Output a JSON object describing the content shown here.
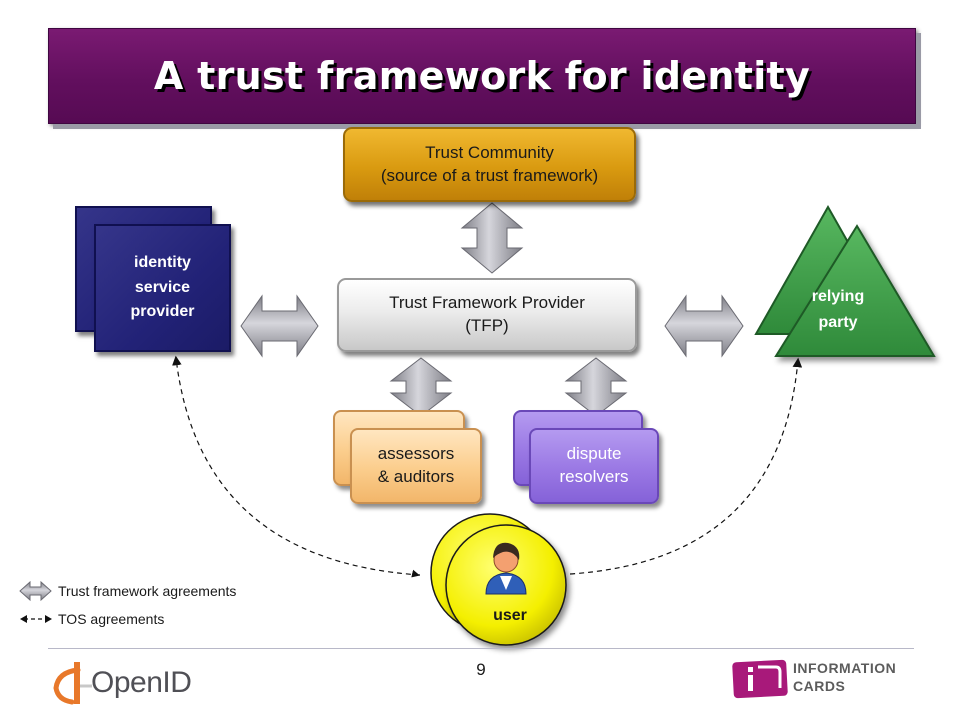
{
  "title": "A trust framework for identity",
  "nodes": {
    "trust_community": {
      "line1": "Trust Community",
      "line2": "(source of a trust framework)"
    },
    "tfp": {
      "line1": "Trust Framework Provider",
      "line2": "(TFP)"
    },
    "identity_service_provider": {
      "line1": "identity",
      "line2": "service",
      "line3": "provider"
    },
    "relying_party": {
      "line1": "relying",
      "line2": "party"
    },
    "assessors": {
      "line1": "assessors",
      "line2": "& auditors"
    },
    "dispute_resolvers": {
      "line1": "dispute",
      "line2": "resolvers"
    },
    "user": {
      "label": "user"
    }
  },
  "legend": {
    "trust_framework": "Trust framework agreements",
    "tos": "TOS agreements"
  },
  "footer": {
    "page_number": "9",
    "openid_logo": "OpenID",
    "infocards_line1": "INFORMATION",
    "infocards_line2": "CARDS"
  },
  "colors": {
    "title_bg": "#620f5e",
    "trust_community": "#d99a10",
    "identity_provider": "#222277",
    "relying_party": "#3f9f4a",
    "assessors": "#fbcd8c",
    "dispute": "#9a78e4",
    "user": "#f6f200",
    "arrow": "#9a9aa2"
  }
}
